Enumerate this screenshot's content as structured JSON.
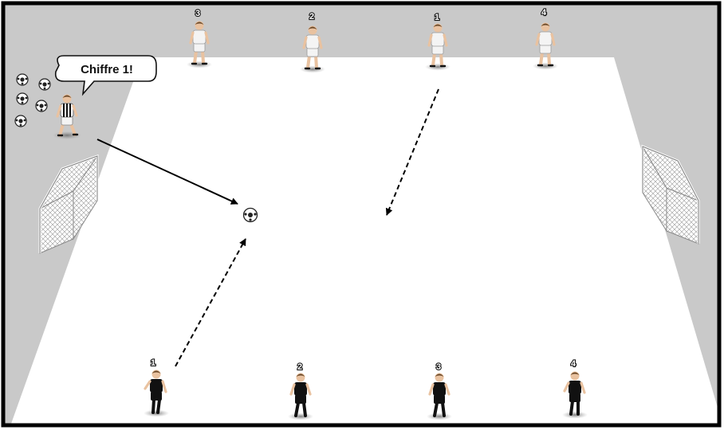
{
  "callout": {
    "text": "Chiffre 1!"
  },
  "players": {
    "white_team": [
      {
        "number": "3"
      },
      {
        "number": "2"
      },
      {
        "number": "1"
      },
      {
        "number": "4"
      }
    ],
    "black_team": [
      {
        "number": "1"
      },
      {
        "number": "2"
      },
      {
        "number": "3"
      },
      {
        "number": "4"
      }
    ]
  },
  "colors": {
    "background": "#c9c9c9",
    "pitch": "#ffffff",
    "frame": "#000000",
    "white_kit": "#f4f4f4",
    "black_kit": "#111111"
  }
}
